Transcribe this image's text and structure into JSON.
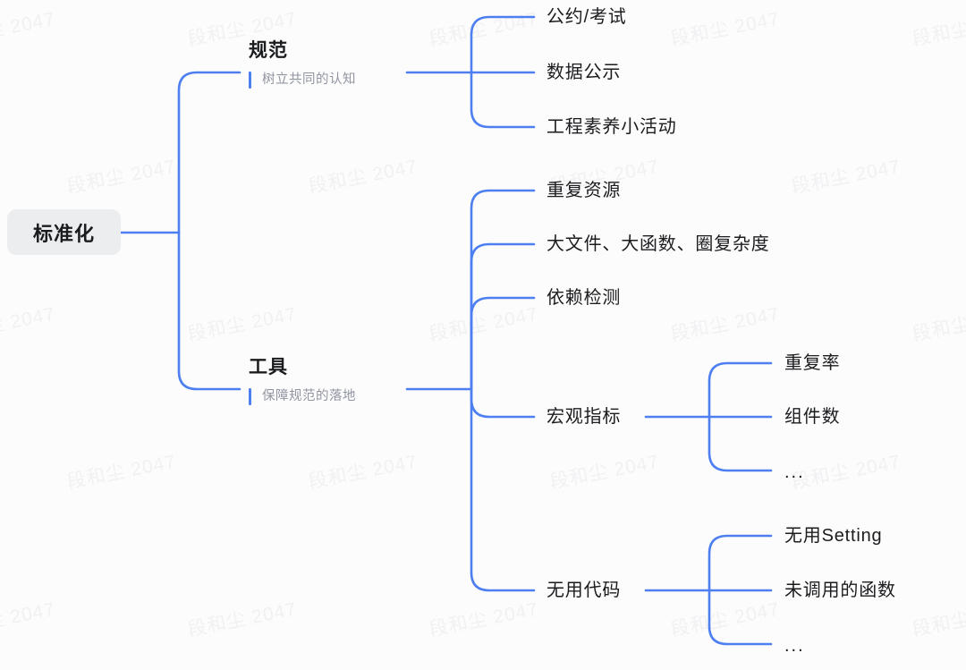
{
  "diagram": {
    "type": "mindmap",
    "accent_color": "#4d7ff0",
    "root_background": "#ebedef",
    "text_color": "#1b1c1e",
    "subtitle_color": "#9195a0",
    "canvas_background": "#fcfcfd"
  },
  "root": {
    "label": "标准化"
  },
  "branches": [
    {
      "title": "规范",
      "subtitle": "树立共同的认知",
      "children": [
        {
          "label": "公约/考试",
          "children": []
        },
        {
          "label": "数据公示",
          "children": []
        },
        {
          "label": "工程素养小活动",
          "children": []
        }
      ]
    },
    {
      "title": "工具",
      "subtitle": "保障规范的落地",
      "children": [
        {
          "label": "重复资源",
          "children": []
        },
        {
          "label": "大文件、大函数、圈复杂度",
          "children": []
        },
        {
          "label": "依赖检测",
          "children": []
        },
        {
          "label": "宏观指标",
          "children": [
            {
              "label": "重复率"
            },
            {
              "label": "组件数"
            },
            {
              "label": "..."
            }
          ]
        },
        {
          "label": "无用代码",
          "children": [
            {
              "label": "无用Setting"
            },
            {
              "label": "未调用的函数"
            },
            {
              "label": "..."
            }
          ]
        }
      ]
    }
  ],
  "watermark": {
    "text": "段和尘 2047"
  }
}
